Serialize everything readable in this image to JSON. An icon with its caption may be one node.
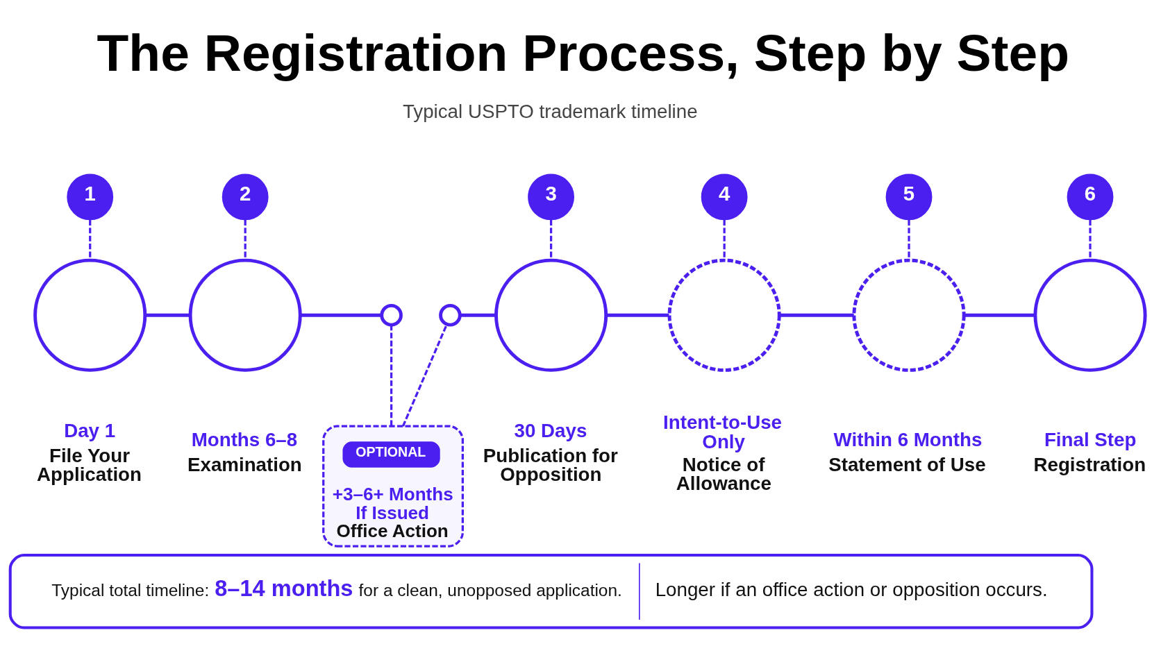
{
  "diagram": {
    "title": "The Registration Process, Step by Step",
    "nodes": [
      {
        "text": [
          "1"
        ]
      },
      {
        "text": [],
        "shape": "circle",
        "beside": [
          "Day 1",
          "File Your Application"
        ]
      },
      {
        "text": [
          "2"
        ]
      },
      {
        "text": [],
        "shape": "circle",
        "beside": [
          "Months 6–8",
          "Examination"
        ]
      },
      {
        "text": [],
        "shape": "circle"
      },
      {
        "text": [
          "+3–6+ Months If Issued",
          "Office Action"
        ]
      },
      {
        "text": [
          "OPTIONAL"
        ],
        "in": 5
      },
      {
        "text": [],
        "shape": "circle"
      },
      {
        "text": [
          "3"
        ]
      },
      {
        "text": [],
        "shape": "circle",
        "beside": [
          "30 Days",
          "Publication for Opposition"
        ]
      },
      {
        "text": [
          "4"
        ]
      },
      {
        "text": [],
        "shape": "circle",
        "beside": [
          "Intent-to-Use Only",
          "Notice of Allowance"
        ]
      },
      {
        "text": [
          "5"
        ]
      },
      {
        "text": [],
        "shape": "circle",
        "beside": [
          "Within 6 Months",
          "Statement of Use"
        ]
      },
      {
        "text": [
          "6"
        ]
      },
      {
        "text": [],
        "shape": "circle",
        "beside": [
          "Final Step",
          "Registration"
        ]
      },
      {
        "text": [
          "Typical total timeline: **8–14 months** for a clean, unopposed application.",
          "Longer if an office action or opposition occurs."
        ]
      }
    ],
    "edges": [
      {
        "from": 0,
        "to": 1,
        "arrow": "none",
        "style": "dashed"
      },
      {
        "from": 1,
        "to": 3,
        "arrow": "none"
      },
      {
        "from": 2,
        "to": 3,
        "arrow": "none",
        "style": "dashed"
      },
      {
        "from": 3,
        "to": 4,
        "arrow": "none"
      },
      {
        "from": 4,
        "to": 5,
        "arrow": "none",
        "style": "dashed"
      },
      {
        "from": 5,
        "to": 7,
        "arrow": "none",
        "style": "dashed"
      },
      {
        "from": 7,
        "to": 9,
        "arrow": "none"
      },
      {
        "from": 8,
        "to": 9,
        "arrow": "none",
        "style": "dashed"
      },
      {
        "from": 9,
        "to": 11,
        "arrow": "none"
      },
      {
        "from": 10,
        "to": 11,
        "arrow": "none",
        "style": "dashed"
      },
      {
        "from": 11,
        "to": 13,
        "arrow": "none"
      },
      {
        "from": 12,
        "to": 13,
        "arrow": "none",
        "style": "dashed"
      },
      {
        "from": 13,
        "to": 15,
        "arrow": "none"
      },
      {
        "from": 14,
        "to": 15,
        "arrow": "none",
        "style": "dashed"
      }
    ],
    "labels": [
      "Typical USPTO trademark timeline"
    ]
  }
}
